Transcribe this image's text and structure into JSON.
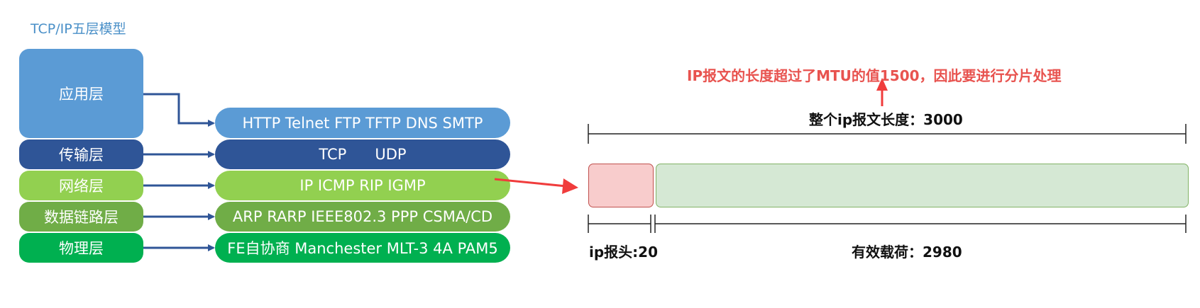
{
  "title": "TCP/IP五层模型",
  "layers": [
    {
      "name": "应用层",
      "protocols": "HTTP Telnet FTP TFTP DNS SMTP",
      "color": "#5b9bd5"
    },
    {
      "name": "传输层",
      "protocols": "TCP      UDP",
      "color": "#2f5597"
    },
    {
      "name": "网络层",
      "protocols": "IP ICMP RIP IGMP",
      "color": "#92d050"
    },
    {
      "name": "数据链路层",
      "protocols": "ARP RARP IEEE802.3 PPP CSMA/CD",
      "color": "#70ad47"
    },
    {
      "name": "物理层",
      "protocols": "FE自协商 Manchester MLT-3 4A PAM5",
      "color": "#00b050"
    }
  ],
  "fragment": {
    "note": "IP报文的长度超过了MTU的值1500，因此要进行分片处理",
    "total_label": "整个ip报文长度：3000",
    "header_label": "ip报头:20",
    "payload_label": "有效载荷：2980",
    "header_color": "#f8cccc",
    "payload_color": "#d5e8d4",
    "arrow_color": "#f03c3c"
  }
}
